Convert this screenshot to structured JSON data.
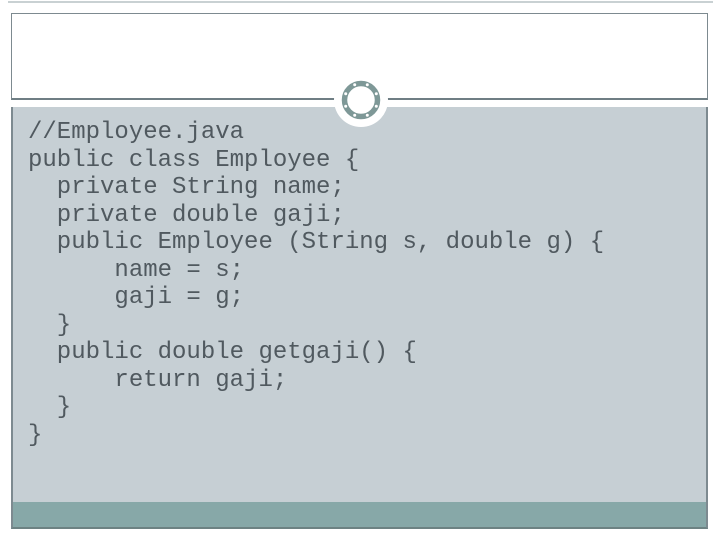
{
  "slide": {
    "header_title": "",
    "code": {
      "language": "java",
      "lines": [
        "//Employee.java",
        "public class Employee {",
        "  private String name;",
        "  private double gaji;",
        "  public Employee (String s, double g) {",
        "      name = s;",
        "      gaji = g;",
        "  }",
        "  public double getgaji() {",
        "      return gaji;",
        "  }",
        "}"
      ]
    },
    "icons": {
      "ring_ornament": "ring-ornament-icon"
    },
    "colors": {
      "code_panel_bg": "#c6cfd4",
      "footer_bar": "#87a8a8",
      "ring_accent": "#7e9897",
      "frame_border": "#7d8a90",
      "divider_line": "#6f7e84",
      "code_text": "#50595f",
      "top_hairline": "#c9d1d3"
    }
  }
}
